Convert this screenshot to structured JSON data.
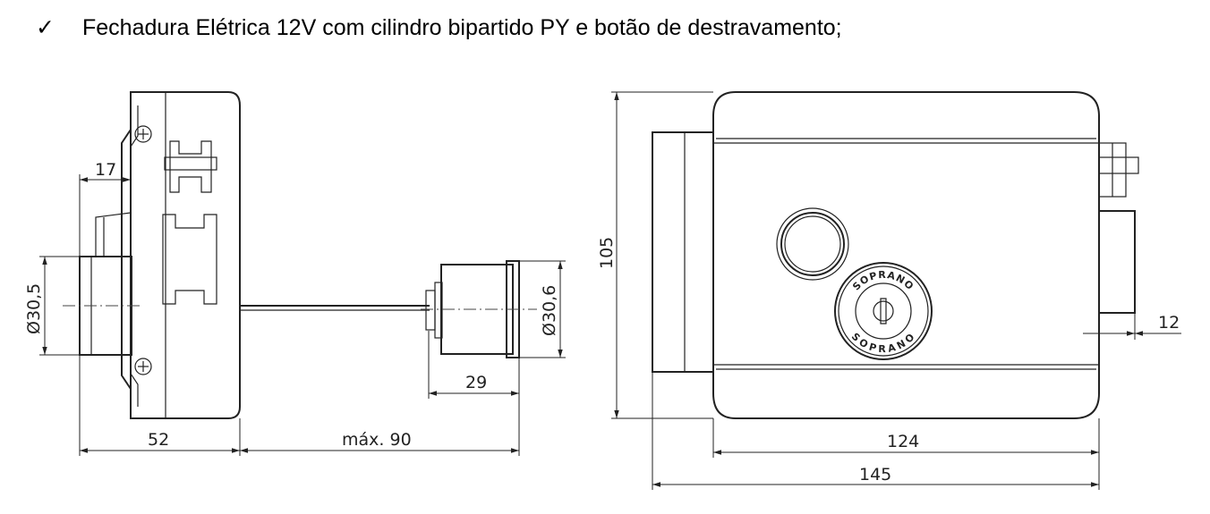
{
  "heading": {
    "bullet": "✓",
    "text": "Fechadura Elétrica 12V com cilindro bipartido PY e botão de destravamento;"
  },
  "side_view": {
    "dim_17": "17",
    "dim_d30_5": "Ø30,5",
    "dim_d30_6": "Ø30,6",
    "dim_29": "29",
    "dim_52": "52",
    "dim_max90": "máx. 90"
  },
  "front_view": {
    "dim_105": "105",
    "dim_12": "12",
    "dim_124": "124",
    "dim_145": "145",
    "brand_top": "SOPRANO",
    "brand_bottom": "SOPRANO"
  }
}
